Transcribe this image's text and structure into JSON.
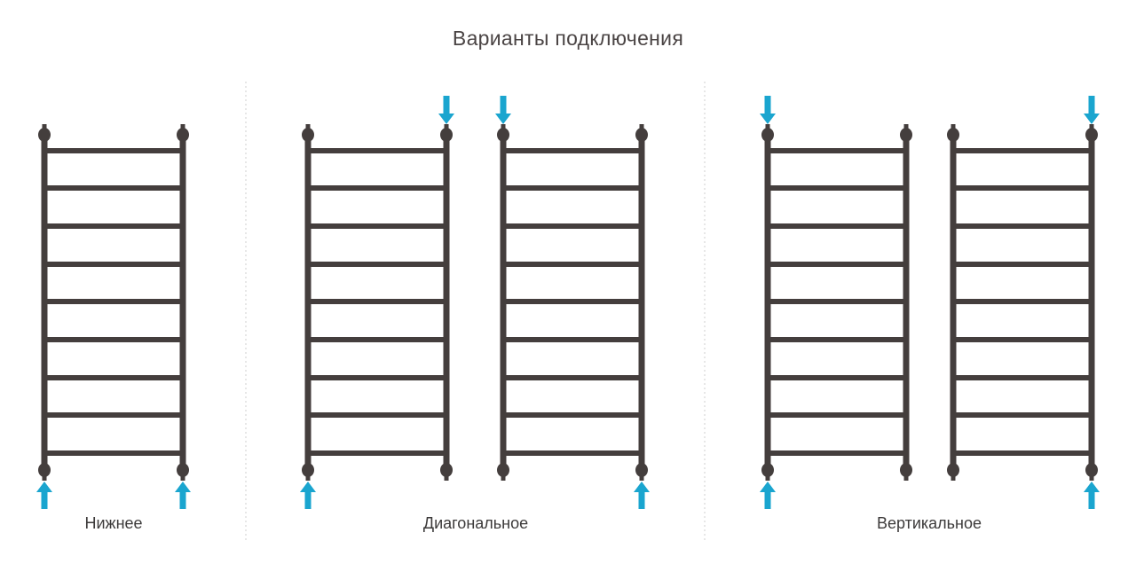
{
  "title": "Варианты подключения",
  "colors": {
    "background": "#ffffff",
    "rail": "#443e3d",
    "arrow": "#1aa5cf",
    "divider": "#cfcfcf",
    "text": "#3c3a3a"
  },
  "groups": [
    {
      "label": "Нижнее",
      "radiators": [
        {
          "arrows": [
            {
              "end": "bottom-left",
              "direction": "up"
            },
            {
              "end": "bottom-right",
              "direction": "up"
            }
          ]
        }
      ]
    },
    {
      "label": "Диагональное",
      "radiators": [
        {
          "arrows": [
            {
              "end": "top-right",
              "direction": "down"
            },
            {
              "end": "bottom-left",
              "direction": "up"
            }
          ]
        },
        {
          "arrows": [
            {
              "end": "top-left",
              "direction": "down"
            },
            {
              "end": "bottom-right",
              "direction": "up"
            }
          ]
        }
      ]
    },
    {
      "label": "Вертикальное",
      "radiators": [
        {
          "arrows": [
            {
              "end": "top-left",
              "direction": "down"
            },
            {
              "end": "bottom-left",
              "direction": "up"
            }
          ]
        },
        {
          "arrows": [
            {
              "end": "top-right",
              "direction": "down"
            },
            {
              "end": "bottom-right",
              "direction": "up"
            }
          ]
        }
      ]
    }
  ],
  "rungs_per_radiator": 9
}
